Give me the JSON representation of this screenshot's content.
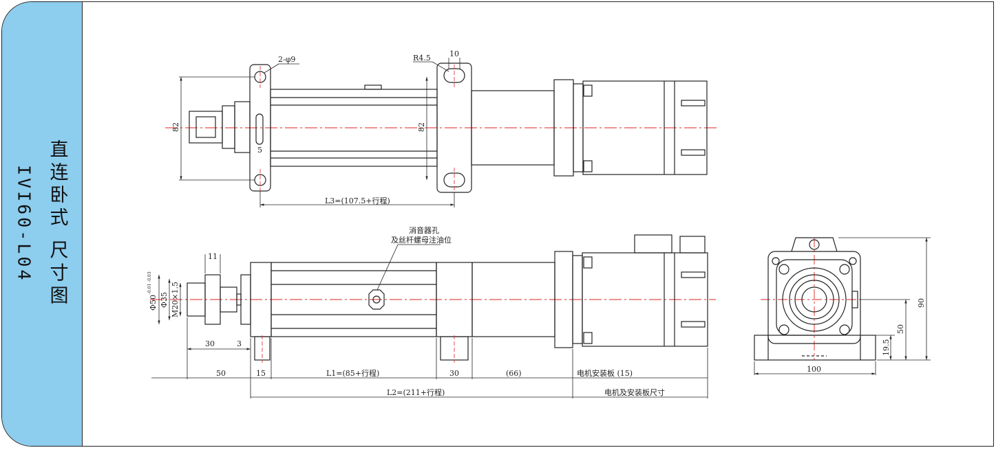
{
  "sidebar": {
    "title": "直连卧式 尺寸图",
    "model": "IVI60-L04"
  },
  "top_view": {
    "holes_label": "2-φ9",
    "radius_label": "R4.5",
    "slot_width": "10",
    "height_left": "82",
    "height_mid": "82",
    "slot_5": "5",
    "l3_label": "L3=(107.5+行程)"
  },
  "side_view": {
    "note_line1": "消音器孔",
    "note_line2": "及丝杆螺母注油位",
    "dim_11": "11",
    "dim_phi50": "Φ50",
    "dim_tol": "-0.01 -0.03",
    "dim_phi35": "Φ35",
    "dim_thread": "M20×1.5",
    "dim_30a": "30",
    "dim_3": "3",
    "dim_50": "50",
    "dim_15": "15",
    "l1_label": "L1=(85+行程)",
    "dim_30b": "30",
    "dim_66": "(66)",
    "motor_plate_label": "电机安装板 (15)",
    "l2_label": "L2=(211+行程)",
    "motor_label": "电机及安装板尺寸"
  },
  "end_view": {
    "dim_100": "100",
    "dim_90": "90",
    "dim_50": "50",
    "dim_19_5": "19.5"
  }
}
